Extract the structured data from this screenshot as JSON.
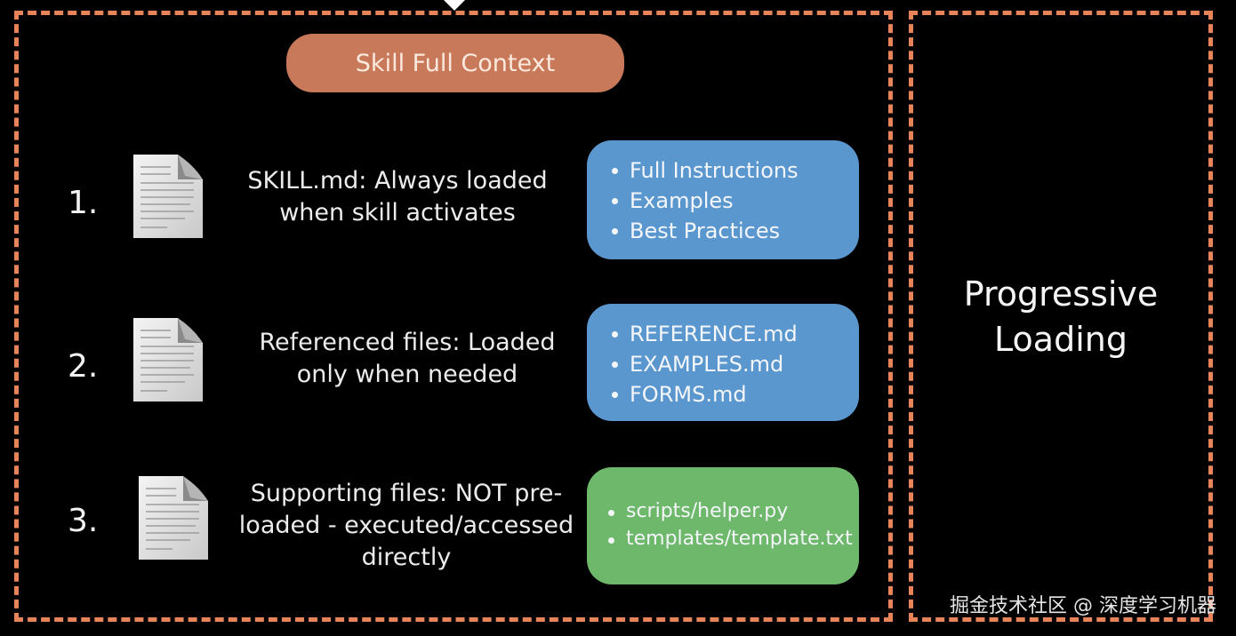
{
  "header": {
    "title": "Skill Full Context"
  },
  "side_label": {
    "line1": "Progressive",
    "line2": "Loading"
  },
  "steps": [
    {
      "number": "1.",
      "desc_line1": "SKILL.md: Always loaded",
      "desc_line2": "when skill activates",
      "desc_line3": "",
      "card_color": "#5a97cf",
      "items": [
        "Full Instructions",
        "Examples",
        "Best Practices"
      ]
    },
    {
      "number": "2.",
      "desc_line1": "Referenced files: Loaded",
      "desc_line2": "only when needed",
      "desc_line3": "",
      "card_color": "#5a97cf",
      "items": [
        "REFERENCE.md",
        "EXAMPLES.md",
        "FORMS.md"
      ]
    },
    {
      "number": "3.",
      "desc_line1": "Supporting files: NOT pre-",
      "desc_line2": "loaded - executed/accessed",
      "desc_line3": "directly",
      "card_color": "#6db86a",
      "items": [
        "scripts/helper.py",
        "templates/template.txt"
      ]
    }
  ],
  "watermark": "掘金技术社区 @ 深度学习机器",
  "colors": {
    "border": "#e8845a",
    "pill": "#c8795a",
    "blue_card": "#5a97cf",
    "green_card": "#6db86a"
  },
  "icons": {
    "document": "document-icon"
  }
}
